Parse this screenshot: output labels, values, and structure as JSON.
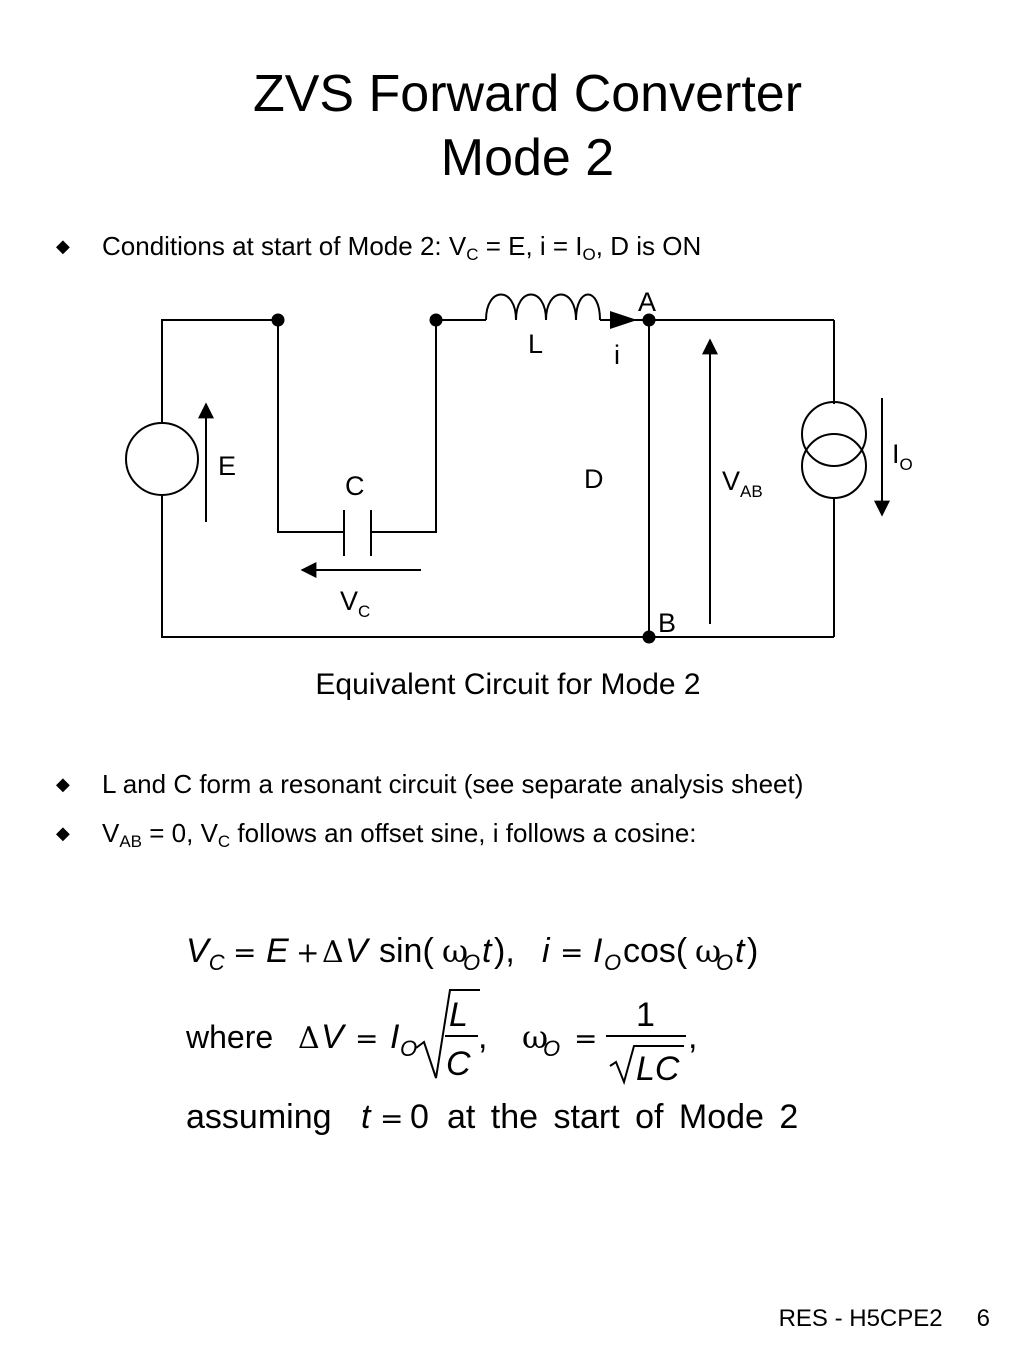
{
  "slide": {
    "title_line1": "ZVS Forward Converter",
    "title_line2": "Mode 2",
    "bullet_symbol": "◆",
    "bullet1": {
      "prefix": "Conditions at start of Mode 2: V",
      "vc_sub": "C",
      "mid": " = E, i = I",
      "io_sub": "O",
      "suffix": ", D is ON"
    },
    "bullet2": "L and C form a resonant circuit (see separate analysis sheet)",
    "bullet3": {
      "v": "V",
      "vab_sub": "AB",
      "mid": " = 0, V",
      "vc_sub": "C",
      "suffix": " follows an offset sine, i follows a cosine:"
    },
    "footer_code": "RES - H5CPE2",
    "page_number": "6"
  },
  "circuit": {
    "caption": "Equivalent Circuit for Mode 2",
    "labels": {
      "A": "A",
      "B": "B",
      "L": "L",
      "i": "i",
      "E": "E",
      "C": "C",
      "D": "D",
      "VAB": "V",
      "VAB_sub": "AB",
      "IO": "I",
      "IO_sub": "O",
      "VC": "V",
      "VC_sub": "C"
    }
  },
  "equations": {
    "line1": {
      "vc": "V",
      "vc_sub": "C",
      "eq": "=",
      "E": "E",
      "plus": "+",
      "delta": "Δ",
      "V": "V",
      "sin": "sin(",
      "omega": "ω",
      "o_sub": "O",
      "t": "t",
      "close": "),",
      "i": "i",
      "eq2": "=",
      "I": "I",
      "I_sub": "O",
      "cos": "cos(",
      "omega2": "ω",
      "o_sub2": "O",
      "t2": "t",
      "close2": ")"
    },
    "line2": {
      "where": "where",
      "delta": "Δ",
      "V": "V",
      "eq": "=",
      "I": "I",
      "I_sub": "O",
      "L": "L",
      "C": "C",
      "comma": ",",
      "omega": "ω",
      "o_sub": "O",
      "eq2": "=",
      "one": "1",
      "LC": "LC",
      "comma2": ","
    },
    "line3": {
      "assuming": "assuming",
      "t": "t",
      "eq": "=",
      "zero": "0",
      "rest": "at the start of Mode 2"
    }
  }
}
